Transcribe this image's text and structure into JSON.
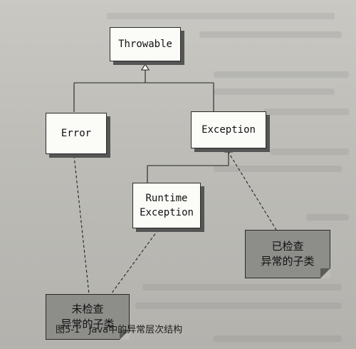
{
  "nodes": {
    "throwable": "Throwable",
    "error": "Error",
    "exception": "Exception",
    "runtime_exception": [
      "Runtime",
      "Exception"
    ]
  },
  "notes": {
    "unchecked": [
      "未检查",
      "异常的子类"
    ],
    "checked": [
      "已检查",
      "异常的子类"
    ]
  },
  "caption": {
    "label": "图5-1",
    "text": "Java中的异常层次结构"
  }
}
